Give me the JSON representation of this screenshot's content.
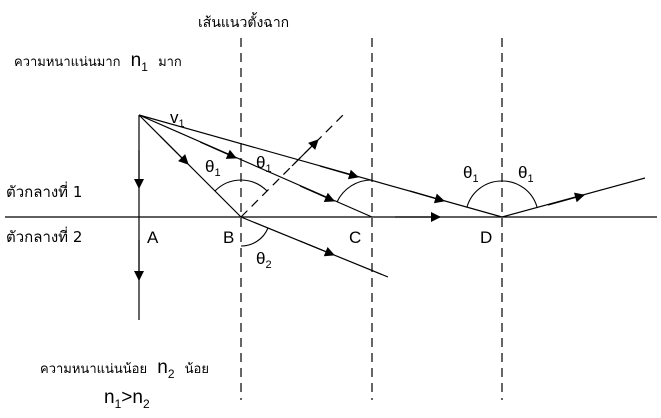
{
  "labels": {
    "normal_line": "เส้นแนวตั้งฉาก",
    "dense_medium_prefix": "ความหนาแน่นมาก",
    "dense_n": "n",
    "dense_sub": "1",
    "dense_suffix": "มาก",
    "medium1": "ตัวกลางที่ 1",
    "medium2": "ตัวกลางที่ 2",
    "sparse_medium_prefix": "ความหนาแน่นน้อย",
    "sparse_n": "n",
    "sparse_sub": "2",
    "sparse_suffix": "น้อย",
    "relation_a": "n",
    "relation_a_sub": "1",
    "relation_op": ">n",
    "relation_b_sub": "2",
    "velocity": "v",
    "velocity_sub": "1",
    "theta": "θ",
    "theta1_sub": "1",
    "theta2_sub": "2",
    "point_a": "A",
    "point_b": "B",
    "point_c": "C",
    "point_d": "D"
  }
}
